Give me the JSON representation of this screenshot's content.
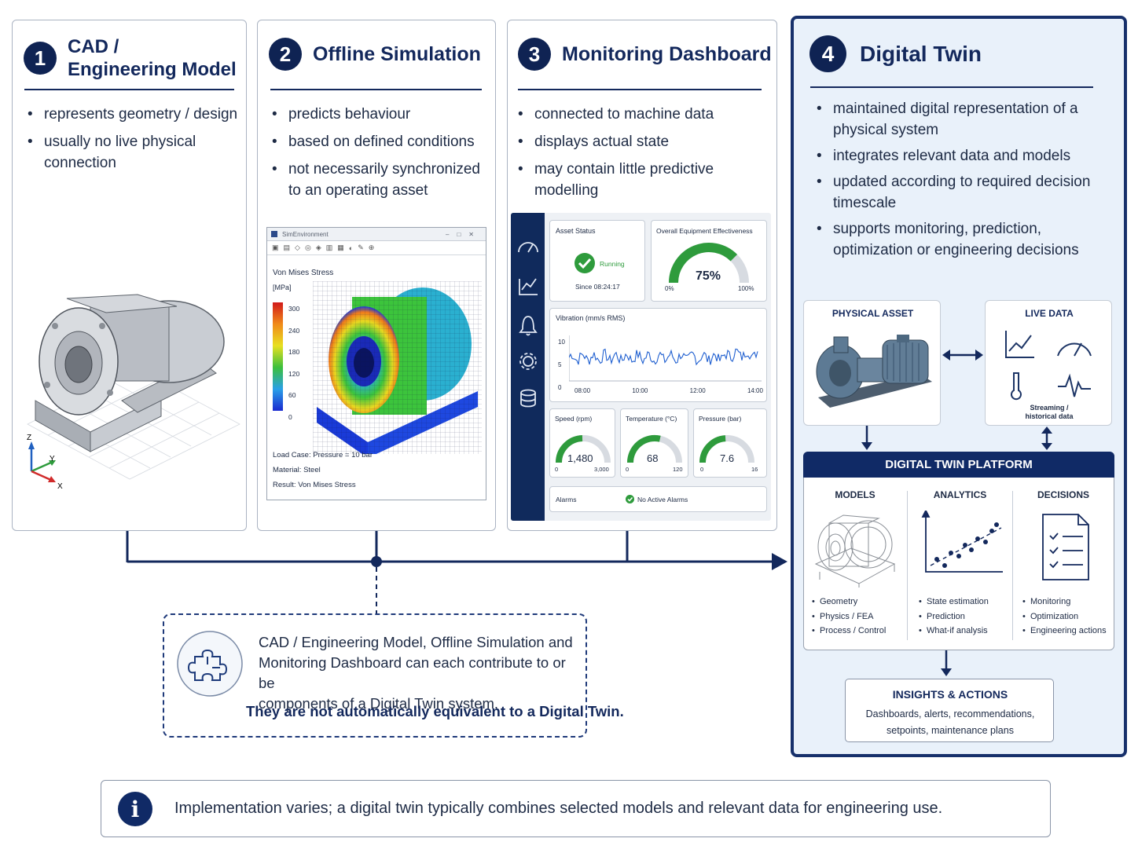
{
  "panels": {
    "cad": {
      "number": "1",
      "title_line1": "CAD /",
      "title_line2": "Engineering Model",
      "bullets": [
        "represents geometry / design",
        "usually no live physical connection"
      ],
      "axes": {
        "z": "Z",
        "y": "Y",
        "x": "X"
      }
    },
    "sim": {
      "number": "2",
      "title": "Offline Simulation",
      "bullets": [
        "predicts behaviour",
        "based on defined conditions",
        "not necessarily synchronized to an operating asset"
      ],
      "window": {
        "app_title": "SimEnvironment",
        "result_label": "Von Mises Stress",
        "unit": "[MPa]",
        "scale": [
          "300",
          "240",
          "180",
          "120",
          "60",
          "0"
        ],
        "load_case": "Load Case:  Pressure = 10 bar",
        "material": "Material:  Steel",
        "result": "Result:  Von Mises Stress"
      }
    },
    "mon": {
      "number": "3",
      "title": "Monitoring Dashboard",
      "bullets": [
        "connected to machine data",
        "displays actual state",
        "may contain little predictive modelling"
      ],
      "dashboard": {
        "asset_status_label": "Asset Status",
        "status": "Running",
        "since": "Since 08:24:17",
        "oee_label": "Overall Equipment Effectiveness",
        "oee_value": "75%",
        "oee_fraction": 0.75,
        "oee_min": "0%",
        "oee_max": "100%",
        "vibration_label": "Vibration (mm/s RMS)",
        "vib_y": [
          "10",
          "5",
          "0"
        ],
        "vib_x": [
          "08:00",
          "10:00",
          "12:00",
          "14:00"
        ],
        "speed_label": "Speed (rpm)",
        "speed_value": "1,480",
        "speed_fraction": 0.49,
        "speed_min": "0",
        "speed_max": "3,000",
        "temp_label": "Temperature (°C)",
        "temp_value": "68",
        "temp_fraction": 0.57,
        "temp_min": "0",
        "temp_max": "120",
        "pressure_label": "Pressure (bar)",
        "pressure_value": "7.6",
        "pressure_fraction": 0.48,
        "pressure_min": "0",
        "pressure_max": "16",
        "alarms_label": "Alarms",
        "alarms_status": "No Active Alarms"
      }
    },
    "twin": {
      "number": "4",
      "title": "Digital Twin",
      "bullets": [
        "maintained digital representation of a physical system",
        "integrates relevant data and models",
        "updated according to required decision timescale",
        "supports monitoring, prediction, optimization or engineering decisions"
      ],
      "physical_asset": "PHYSICAL ASSET",
      "live_data": "LIVE DATA",
      "streaming": "Streaming /",
      "historical": "historical data",
      "platform": "DIGITAL TWIN PLATFORM",
      "models": {
        "title": "MODELS",
        "items": [
          "Geometry",
          "Physics / FEA",
          "Process / Control"
        ]
      },
      "analytics": {
        "title": "ANALYTICS",
        "items": [
          "State estimation",
          "Prediction",
          "What-if analysis"
        ]
      },
      "decisions": {
        "title": "DECISIONS",
        "items": [
          "Monitoring",
          "Optimization",
          "Engineering actions"
        ]
      },
      "insights_title": "INSIGHTS & ACTIONS",
      "insights_line1": "Dashboards, alerts, recommendations,",
      "insights_line2": "setpoints, maintenance plans"
    }
  },
  "note": {
    "line1": "CAD / Engineering Model, Offline Simulation and",
    "line2": "Monitoring Dashboard can each contribute to or be",
    "line3": "components of a Digital Twin system.",
    "emphasis": "They are not automatically equivalent to a Digital Twin."
  },
  "footer": {
    "text": "Implementation varies;  a digital twin typically combines selected models and relevant data for engineering use."
  },
  "colors": {
    "navy": "#13285c",
    "green": "#2e9b3c",
    "twin_bg": "#e9f1fa"
  }
}
